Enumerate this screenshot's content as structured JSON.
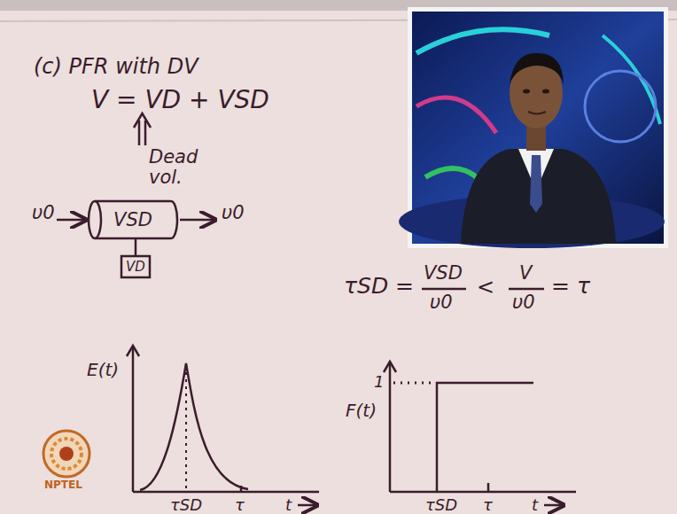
{
  "diagram": {
    "title": "(c) PFR with DV",
    "nodes": [
      {
        "text": [
          "VSD"
        ]
      },
      {
        "text": [
          "VD"
        ]
      }
    ],
    "edges": [
      {
        "from": 0,
        "to": 1,
        "arrow": "none"
      }
    ],
    "labels": [
      "V = VD + VSD",
      "Dead vol.",
      "υ0",
      "υ0",
      "τSD =",
      "VSD",
      "υ0",
      "<",
      "V",
      "υ0",
      "= τ",
      "E(t)",
      "τSD",
      "τ",
      "t",
      "F(t)",
      "1",
      "τSD",
      "τ",
      "t",
      "NPTEL"
    ]
  }
}
